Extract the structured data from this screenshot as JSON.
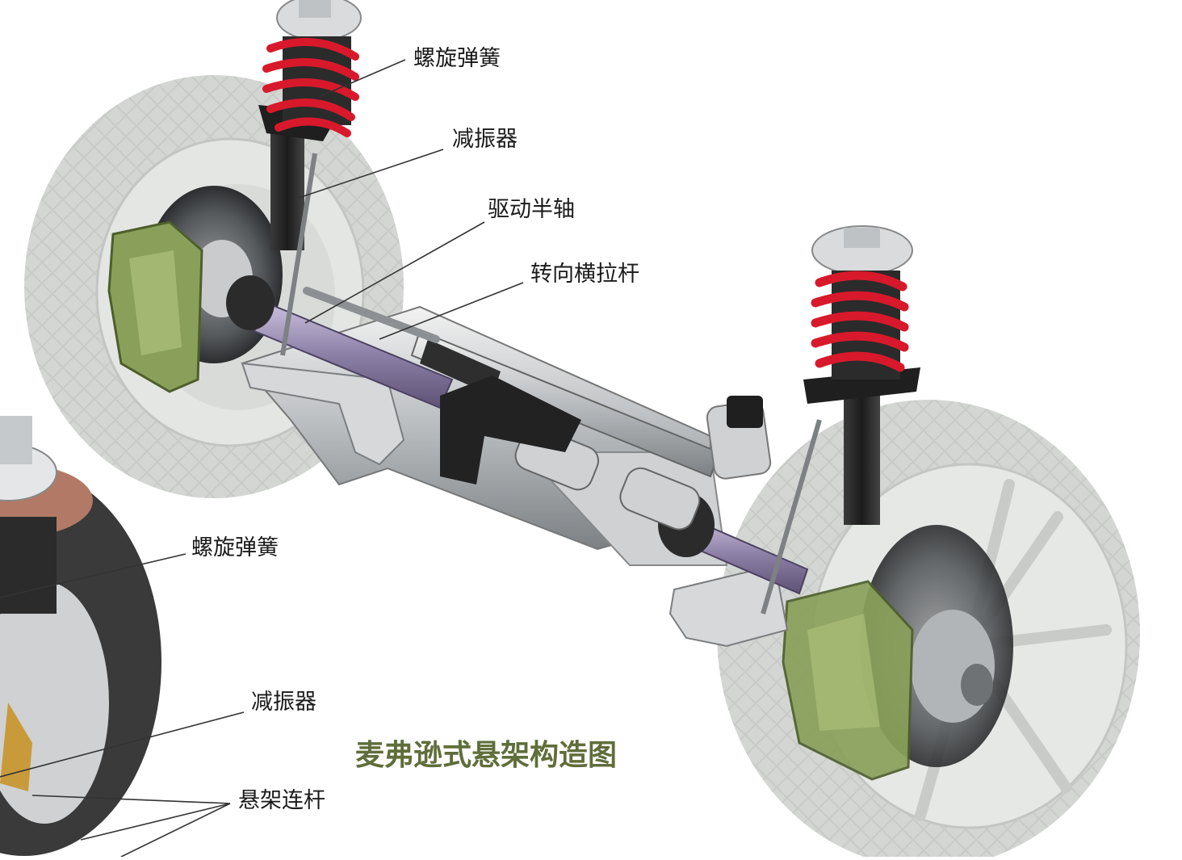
{
  "title": "麦弗逊式悬架构造图",
  "labels": {
    "coil_spring_top": "螺旋弹簧",
    "shock_absorber_top": "减振器",
    "drive_half_shaft": "驱动半轴",
    "steering_tie_rod": "转向横拉杆",
    "coil_spring_detail": "螺旋弹簧",
    "shock_absorber_detail": "减振器",
    "suspension_link": "悬架连杆"
  },
  "colors": {
    "spring": "#d8192b",
    "tire": "#d3d6d3",
    "caliper": "#8aa05a",
    "title": "#5f6e3a",
    "shaft": "#8c7fa6"
  }
}
